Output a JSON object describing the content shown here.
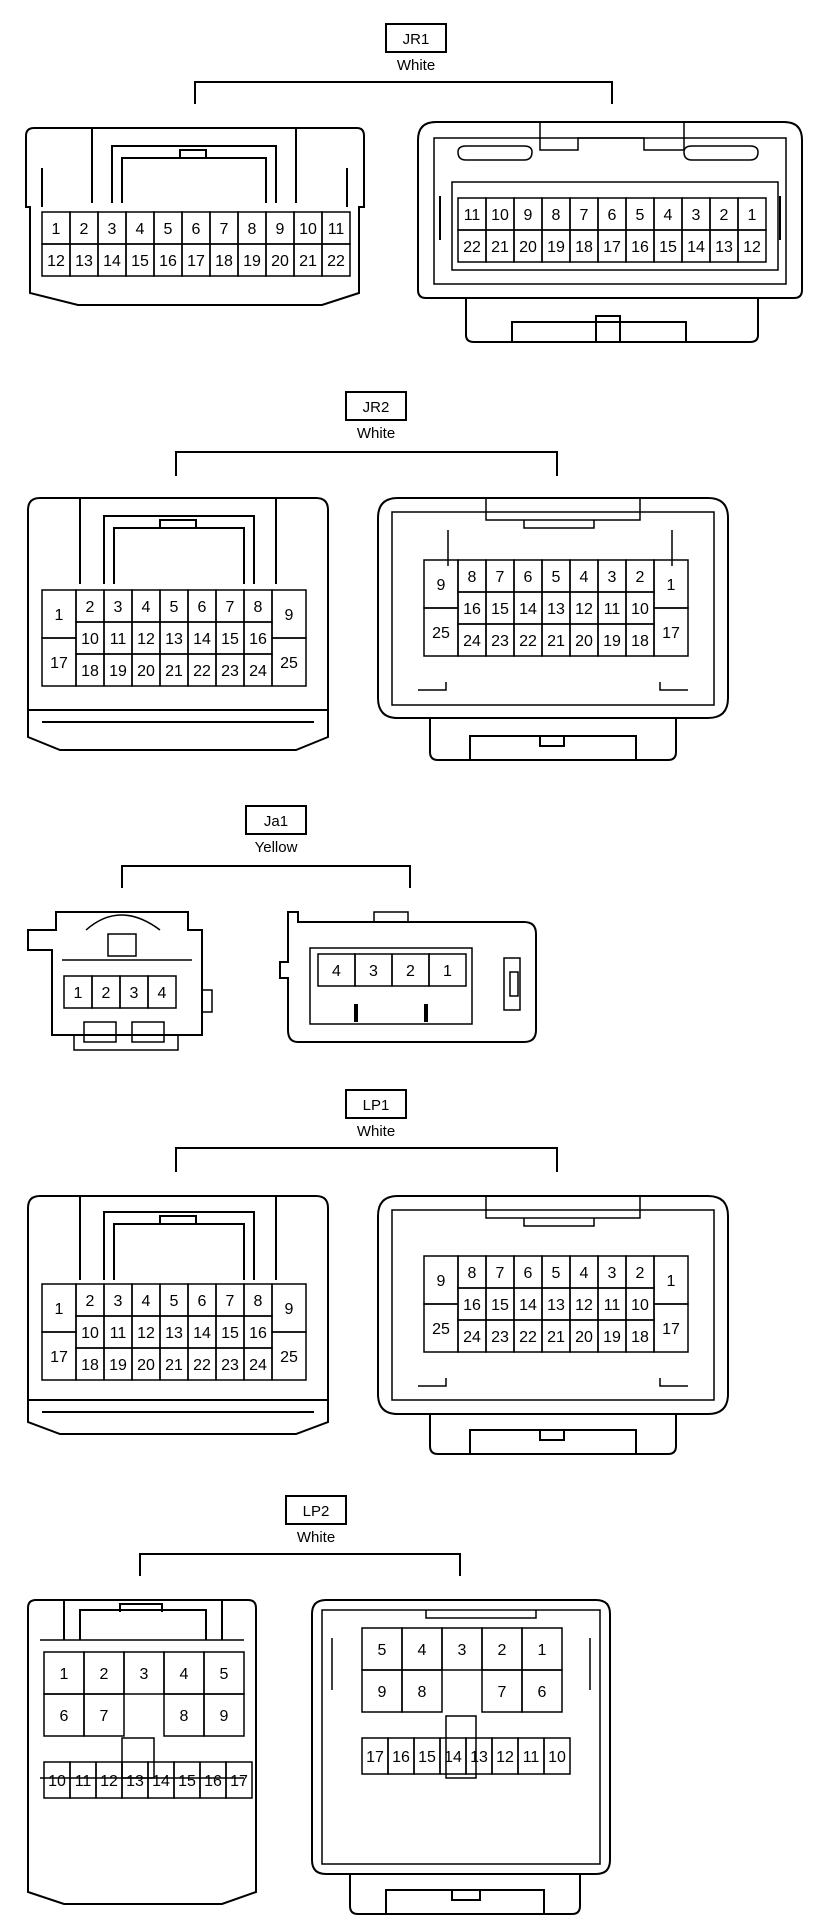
{
  "connectors": [
    {
      "id": "JR1",
      "color": "White",
      "male_pins": [
        [
          "1",
          "2",
          "3",
          "4",
          "5",
          "6",
          "7",
          "8",
          "9",
          "10",
          "11"
        ],
        [
          "12",
          "13",
          "14",
          "15",
          "16",
          "17",
          "18",
          "19",
          "20",
          "21",
          "22"
        ]
      ],
      "female_pins": [
        [
          "11",
          "10",
          "9",
          "8",
          "7",
          "6",
          "5",
          "4",
          "3",
          "2",
          "1"
        ],
        [
          "22",
          "21",
          "20",
          "19",
          "18",
          "17",
          "16",
          "15",
          "14",
          "13",
          "12"
        ]
      ]
    },
    {
      "id": "JR2",
      "color": "White",
      "male_side": [
        [
          "1",
          "17"
        ],
        [
          "9",
          "25"
        ]
      ],
      "male_pins": [
        [
          "2",
          "3",
          "4",
          "5",
          "6",
          "7",
          "8"
        ],
        [
          "10",
          "11",
          "12",
          "13",
          "14",
          "15",
          "16"
        ],
        [
          "18",
          "19",
          "20",
          "21",
          "22",
          "23",
          "24"
        ]
      ],
      "female_side": [
        [
          "9",
          "25"
        ],
        [
          "1",
          "17"
        ]
      ],
      "female_pins": [
        [
          "8",
          "7",
          "6",
          "5",
          "4",
          "3",
          "2"
        ],
        [
          "16",
          "15",
          "14",
          "13",
          "12",
          "11",
          "10"
        ],
        [
          "24",
          "23",
          "22",
          "21",
          "20",
          "19",
          "18"
        ]
      ]
    },
    {
      "id": "Ja1",
      "color": "Yellow",
      "male_pins": [
        [
          "1",
          "2",
          "3",
          "4"
        ]
      ],
      "female_pins": [
        [
          "4",
          "3",
          "2",
          "1"
        ]
      ]
    },
    {
      "id": "LP1",
      "color": "White",
      "male_side": [
        [
          "1",
          "17"
        ],
        [
          "9",
          "25"
        ]
      ],
      "male_pins": [
        [
          "2",
          "3",
          "4",
          "5",
          "6",
          "7",
          "8"
        ],
        [
          "10",
          "11",
          "12",
          "13",
          "14",
          "15",
          "16"
        ],
        [
          "18",
          "19",
          "20",
          "21",
          "22",
          "23",
          "24"
        ]
      ],
      "female_side": [
        [
          "9",
          "25"
        ],
        [
          "1",
          "17"
        ]
      ],
      "female_pins": [
        [
          "8",
          "7",
          "6",
          "5",
          "4",
          "3",
          "2"
        ],
        [
          "16",
          "15",
          "14",
          "13",
          "12",
          "11",
          "10"
        ],
        [
          "24",
          "23",
          "22",
          "21",
          "20",
          "19",
          "18"
        ]
      ]
    },
    {
      "id": "LP2",
      "color": "White",
      "male_pins": [
        [
          "1",
          "2",
          "3",
          "4",
          "5"
        ],
        [
          "6",
          "7",
          "",
          "8",
          "9"
        ],
        [
          "10",
          "11",
          "12",
          "13",
          "14",
          "15",
          "16",
          "17"
        ]
      ],
      "female_pins": [
        [
          "5",
          "4",
          "3",
          "2",
          "1"
        ],
        [
          "9",
          "8",
          "",
          "7",
          "6"
        ],
        [
          "17",
          "16",
          "15",
          "14",
          "13",
          "12",
          "11",
          "10"
        ]
      ]
    }
  ]
}
